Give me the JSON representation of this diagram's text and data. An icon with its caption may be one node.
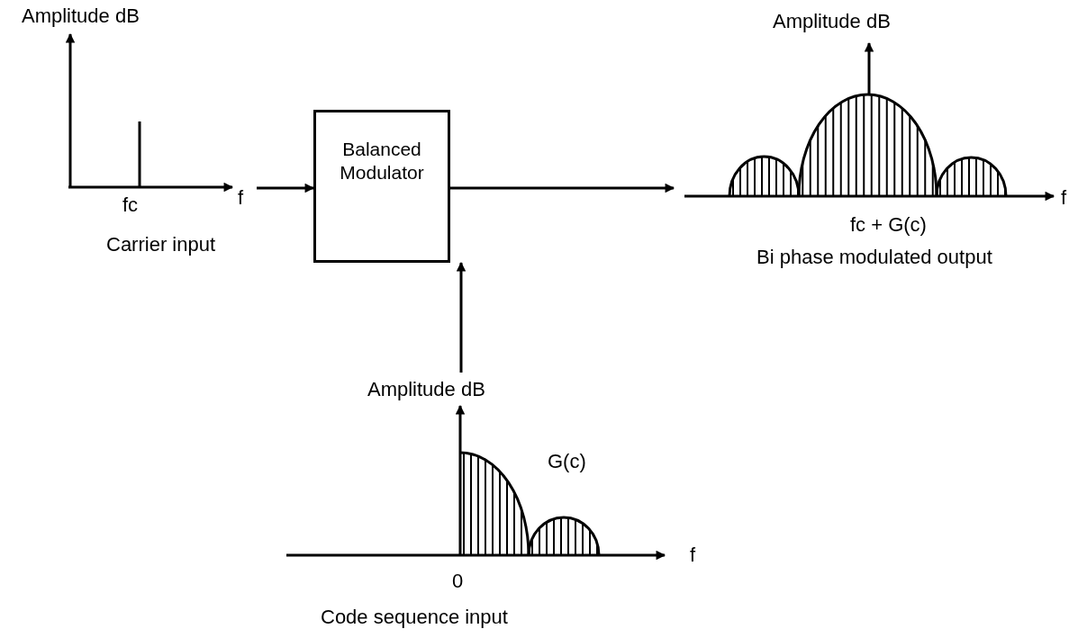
{
  "diagram": {
    "nodes": [
      {
        "text": [
          "Amplitude dB",
          "f",
          "fc",
          "Carrier input"
        ]
      },
      {
        "text": [
          "Balanced Modulator"
        ]
      },
      {
        "text": [
          "Amplitude dB",
          "f",
          "fc + G(c)",
          "Bi phase modulated output"
        ]
      },
      {
        "text": [
          "Amplitude dB",
          "G(c)",
          "f",
          "0",
          "Code sequence input"
        ]
      }
    ],
    "edges": [
      {
        "from": 0,
        "to": 1,
        "arrow": "to"
      },
      {
        "from": 1,
        "to": 2,
        "arrow": "to"
      },
      {
        "from": 3,
        "to": 1,
        "arrow": "to"
      }
    ]
  }
}
